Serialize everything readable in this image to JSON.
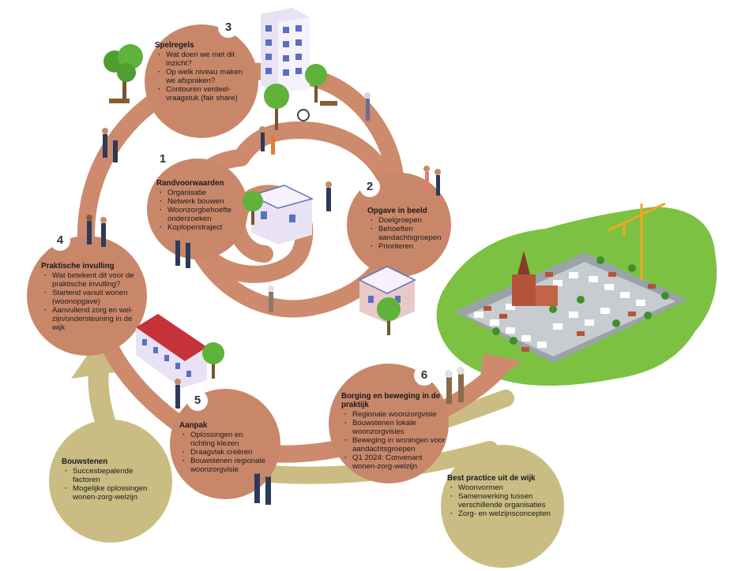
{
  "colors": {
    "spiral": "#cd8a6c",
    "circle": "#c9876a",
    "gold": "#c9bd83",
    "gold_dark": "#b9aa6a",
    "land": "#7cc142"
  },
  "steps": [
    {
      "number": "1",
      "title": "Randvoorwaarden",
      "items": [
        "Organisatie",
        "Netwerk bouwen",
        "Woonzorgbehoefte onderzoeken",
        "Koploperstraject"
      ]
    },
    {
      "number": "2",
      "title": "Opgave in beeld",
      "items": [
        "Doelgroepen",
        "Behoeften aandachtsgroepen",
        "Prioriteren"
      ]
    },
    {
      "number": "3",
      "title": "Spelregels",
      "items": [
        "Wat doen we met dit inzicht?",
        "Op welk niveau maken we afspraken?",
        "Contouren verdeel-vraagstuk (fair share)"
      ]
    },
    {
      "number": "4",
      "title": "Praktische invulling",
      "items": [
        "Wat betekent dit voor de praktische invulling?",
        "Startend vanuit wonen (woonopgave)",
        "Aanvullend zorg en wel-zijn/ondersteuning in de wijk"
      ]
    },
    {
      "number": "5",
      "title": "Aanpak",
      "items": [
        "Oplossingen en richting kiezen",
        "Draagvlak creëren",
        "Bouwstenen regionale woonzorgvisie"
      ]
    },
    {
      "number": "6",
      "title": "Borging en beweging in de praktijk",
      "items": [
        "Regionale woonzorgvisie",
        "Bouwstenen lokale woonzorgvisies",
        "Beweging in woningen voor aandachtsgroepen",
        "Q1 2024: Convenant wonen-zorg-welzijn"
      ]
    }
  ],
  "inputs": [
    {
      "title": "Bouwstenen",
      "items": [
        "Succesbepalende factoren",
        "Mogelijke oplossingen wonen-zorg-welzijn"
      ]
    },
    {
      "title": "Best practice uit de wijk",
      "items": [
        "Woonvormen",
        "Samenwerking tussen verschillende organisaties",
        "Zorg- en welzijnsconcepten"
      ]
    }
  ]
}
